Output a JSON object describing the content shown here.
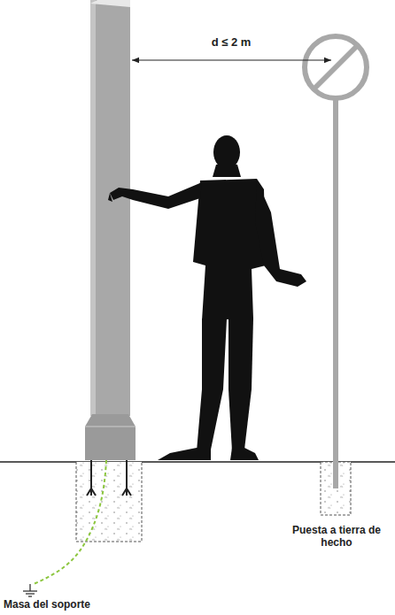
{
  "diagram": {
    "labels": [
      "d ≤ 2 m",
      "Puesta a tierra de hecho",
      "Masa del soporte"
    ]
  }
}
